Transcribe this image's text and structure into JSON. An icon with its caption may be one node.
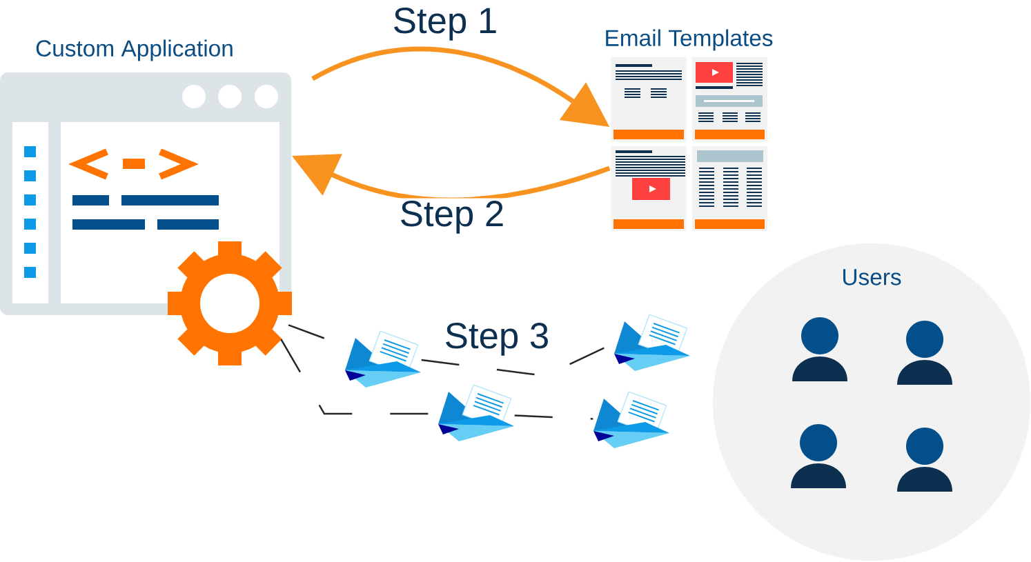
{
  "diagram": {
    "nodes": [
      {
        "text": [
          "Custom Application"
        ]
      },
      {
        "text": [
          "Email Templates"
        ]
      },
      {
        "text": [
          "Users"
        ]
      },
      {
        "text": [],
        "shape": "picture"
      },
      {
        "text": [],
        "shape": "picture"
      },
      {
        "text": [],
        "shape": "picture"
      },
      {
        "text": [],
        "shape": "picture"
      },
      {
        "text": [],
        "shape": "picture"
      },
      {
        "text": [],
        "shape": "person",
        "in": 2
      },
      {
        "text": [],
        "shape": "person",
        "in": 2
      },
      {
        "text": [],
        "shape": "person",
        "in": 2
      },
      {
        "text": [],
        "shape": "person",
        "in": 2
      }
    ],
    "edges": [
      {
        "from": 0,
        "to": 1,
        "arrow": "to",
        "label": "Step 1",
        "style": "thick",
        "color": "#f7931e"
      },
      {
        "from": 1,
        "to": 0,
        "arrow": "to",
        "label": "Step 2",
        "style": "thick",
        "color": "#f7931e"
      },
      {
        "from": 3,
        "to": 4,
        "arrow": "none",
        "style": "dashed"
      },
      {
        "from": 3,
        "to": 5,
        "arrow": "none",
        "style": "dashed"
      },
      {
        "from": 4,
        "to": 6,
        "arrow": "none",
        "style": "dashed"
      },
      {
        "from": 5,
        "to": 7,
        "arrow": "none",
        "style": "dashed"
      }
    ],
    "labels": [
      "Step 3"
    ]
  }
}
